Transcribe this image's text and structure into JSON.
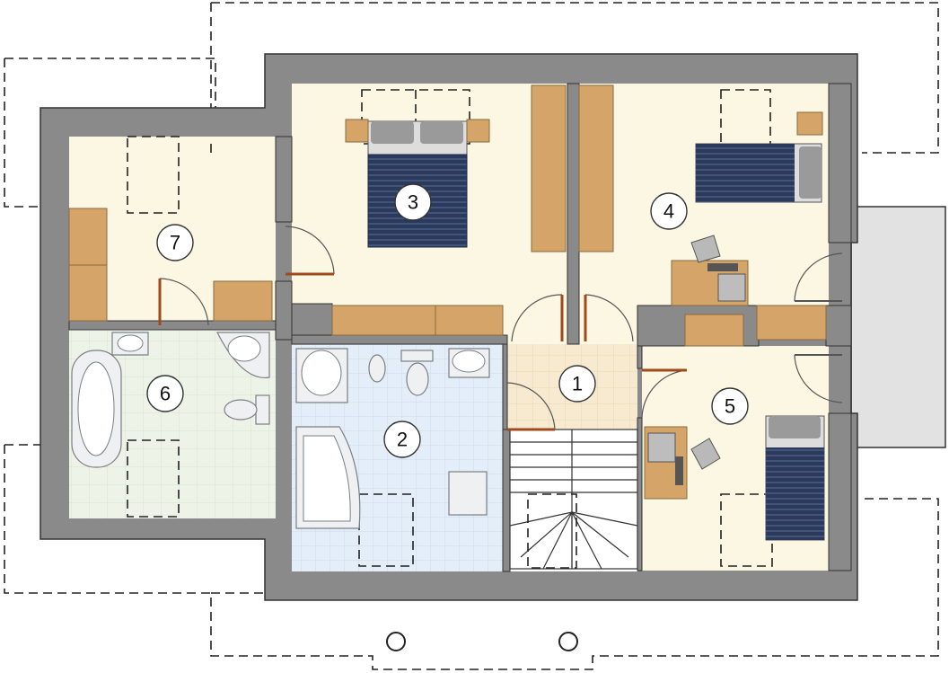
{
  "floor_plan": {
    "rooms": [
      {
        "id": "1",
        "label": "1",
        "name": "hall"
      },
      {
        "id": "2",
        "label": "2",
        "name": "bathroom"
      },
      {
        "id": "3",
        "label": "3",
        "name": "bedroom"
      },
      {
        "id": "4",
        "label": "4",
        "name": "room"
      },
      {
        "id": "5",
        "label": "5",
        "name": "room"
      },
      {
        "id": "6",
        "label": "6",
        "name": "bathroom"
      },
      {
        "id": "7",
        "label": "7",
        "name": "dressing-room"
      }
    ],
    "colors": {
      "wall": "#8a8a8a",
      "wall_stroke": "#333333",
      "floor_room": "#fcf7e3",
      "floor_bath_blue": "#e3eef8",
      "floor_bath_green": "#eef3e8",
      "floor_hall": "#f7ead0",
      "furniture": "#d4a468",
      "bed_cover": "#2b3a5c",
      "door_leaf": "#a04a1c",
      "balcony": "#e2e2e2"
    }
  }
}
